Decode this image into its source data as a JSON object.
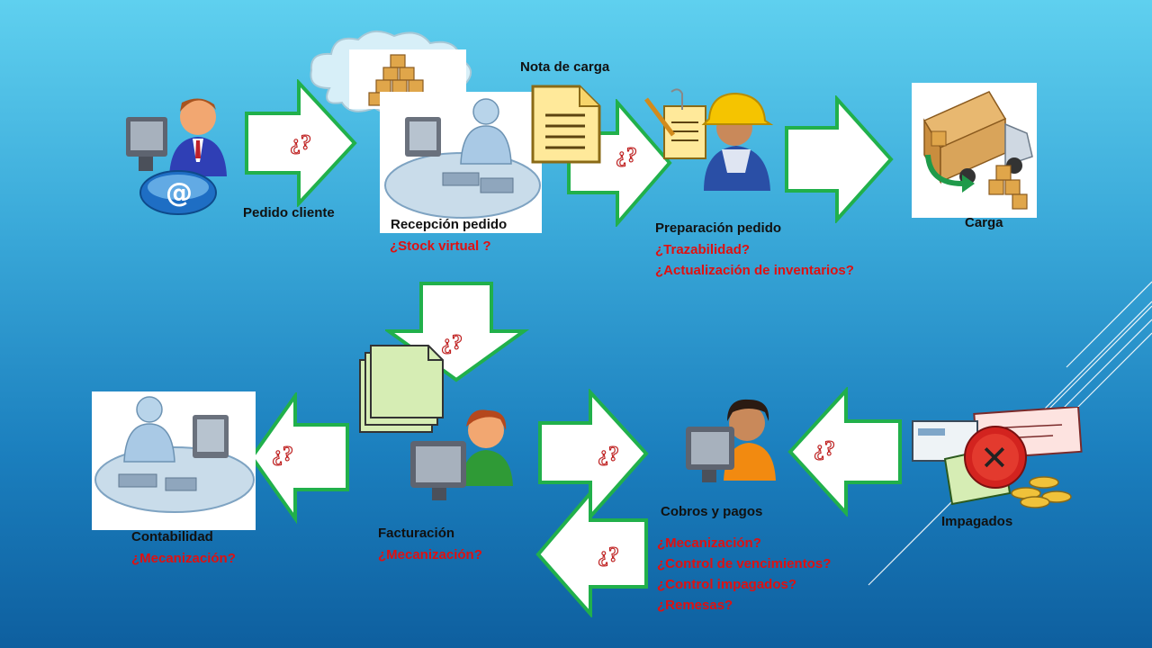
{
  "labels": {
    "nota_carga": "Nota de carga",
    "pedido_cliente": "Pedido cliente",
    "recepcion_pedido": "Recepción pedido",
    "preparacion_pedido": "Preparación pedido",
    "carga": "Carga",
    "contabilidad": "Contabilidad",
    "facturacion": "Facturación",
    "cobros_pagos": "Cobros y pagos",
    "impagados": "Impagados"
  },
  "questions": {
    "recepcion": [
      "¿Stock virtual ?"
    ],
    "preparacion": [
      "¿Trazabilidad?",
      "¿Actualización de inventarios?"
    ],
    "contabilidad": [
      "¿Mecanización?"
    ],
    "facturacion": [
      "¿Mecanización?"
    ],
    "cobros": [
      "¿Mecanización?",
      "¿Control de vencimientos?",
      "¿Control impagados?",
      "¿Remesas?"
    ]
  },
  "arrow_mark": "¿?",
  "icons": {
    "email": "@",
    "cancel": "✕"
  },
  "colors": {
    "arrow_fill": "#ffffff",
    "arrow_stroke": "#21b04b",
    "question_red": "#e01010",
    "bg_top": "#5fd0ef",
    "bg_bottom": "#0e5f9f"
  }
}
